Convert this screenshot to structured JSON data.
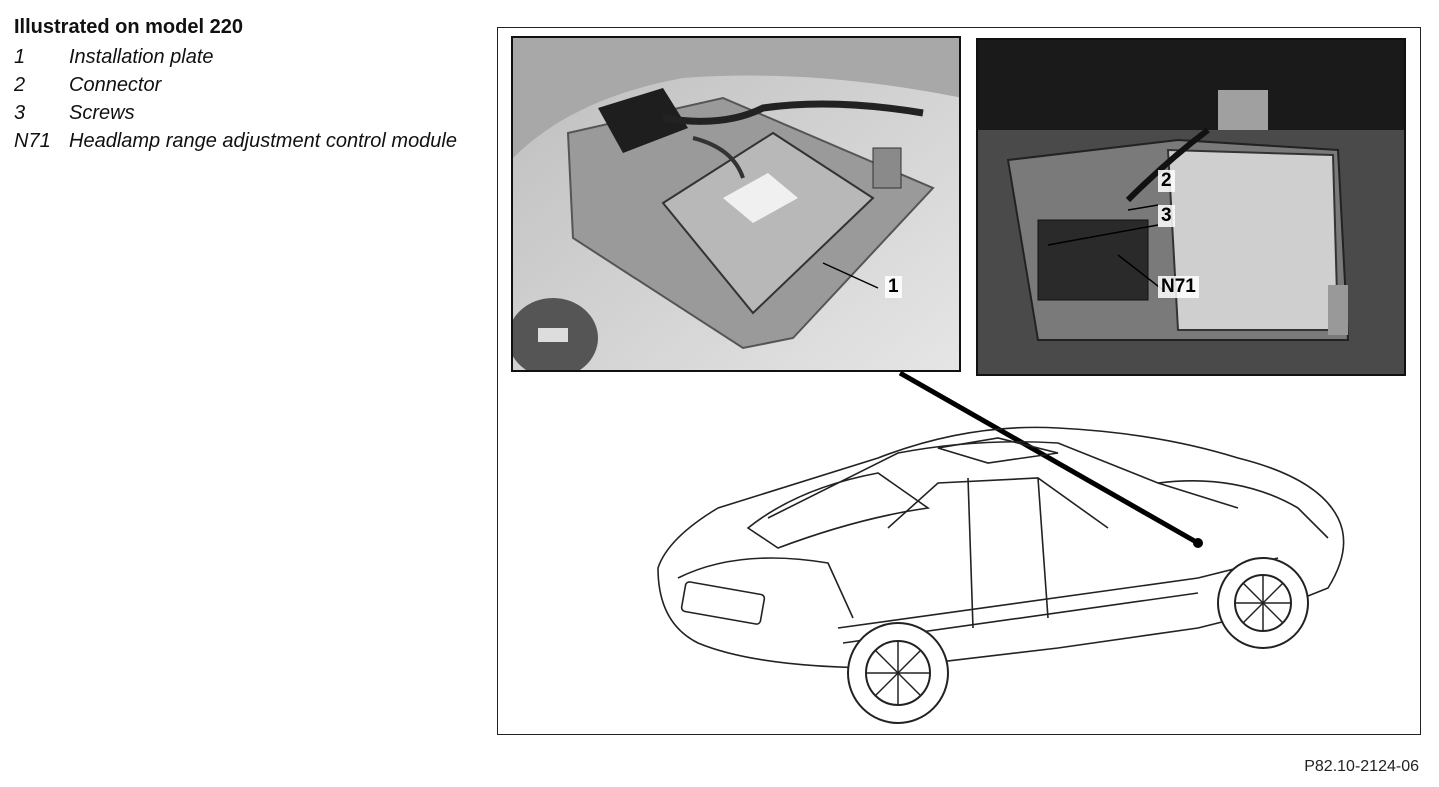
{
  "legend": {
    "title": "Illustrated on model 220",
    "items": [
      {
        "num": "1",
        "text": "Installation plate"
      },
      {
        "num": "2",
        "text": "Connector"
      },
      {
        "num": "3",
        "text": "Screws"
      },
      {
        "num": "N71",
        "text": "Headlamp range adjustment control module"
      }
    ]
  },
  "callouts": {
    "plate": "1",
    "connector": "2",
    "screws": "3",
    "module": "N71"
  },
  "figure_ref": "P82.10-2124-06"
}
